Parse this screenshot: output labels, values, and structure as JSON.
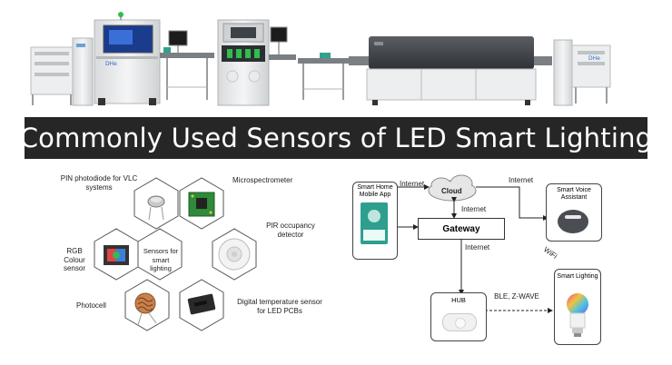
{
  "banner": {
    "title": "Commonly Used Sensors of LED Smart Lighting",
    "logo_text": "DHe",
    "title_bg": "#262626"
  },
  "sensors_diagram": {
    "center": "Sensors for smart lighting",
    "items": [
      {
        "label": "PIN photodiode for VLC systems",
        "icon": "photodiode-icon"
      },
      {
        "label": "Microspectrometer",
        "icon": "microspectrometer-icon"
      },
      {
        "label": "PIR occupancy detector",
        "icon": "pir-detector-icon"
      },
      {
        "label": "RGB Colour sensor",
        "icon": "rgb-sensor-icon"
      },
      {
        "label": "Photocell",
        "icon": "photocell-icon"
      },
      {
        "label": "Digital temperature sensor for LED PCBs",
        "icon": "temperature-sensor-icon"
      }
    ]
  },
  "network_diagram": {
    "cloud": "Cloud",
    "gateway": "Gateway",
    "hub": "HUB",
    "smart_home_app": "Smart Home Mobile App",
    "smart_voice_assistant": "Smart Voice Assistant",
    "smart_lighting": "Smart Lighting",
    "links": {
      "app_cloud": "Internet",
      "assistant_cloud": "Internet",
      "cloud_gateway": "Internet",
      "gateway_hub": "Internet",
      "hub_light": "BLE, Z-WAVE",
      "wifi": "WiFi"
    }
  }
}
